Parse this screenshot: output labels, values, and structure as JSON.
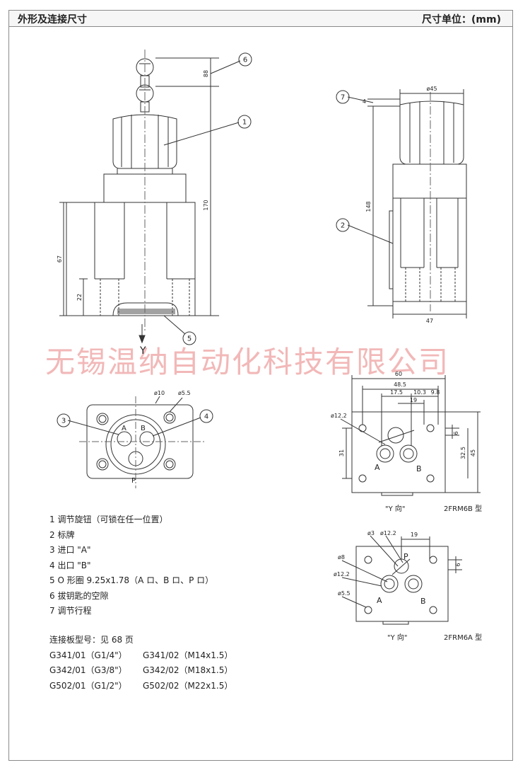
{
  "header": {
    "title": "外形及连接尺寸",
    "unit": "尺寸单位：(mm)"
  },
  "watermark": "无锡温纳自动化科技有限公司",
  "side_view": {
    "callouts": [
      "6",
      "1",
      "5"
    ],
    "dims": {
      "gap": "88",
      "total": "170",
      "d67": "67",
      "d22": "22"
    },
    "arrow_label": "Y"
  },
  "front_view": {
    "callouts": [
      "7",
      "2"
    ],
    "dims": {
      "dia45": "ø45",
      "d4": "4",
      "d148": "148",
      "d47": "47"
    }
  },
  "top_view": {
    "callouts": [
      "3",
      "4"
    ],
    "dims": {
      "dia10": "ø10",
      "dia55": "ø5.5"
    },
    "ports": [
      "A",
      "B",
      "P"
    ]
  },
  "view_6b": {
    "dims": {
      "w60": "60",
      "w485": "48.5",
      "w175": "17.5",
      "w103": "10.3",
      "w98": "9.8",
      "w19": "19",
      "d122": "ø12.2",
      "d6": "6",
      "d31": "31",
      "d325": "32.5",
      "d45": "45"
    },
    "ports": [
      "A",
      "B"
    ],
    "label": "\"Y 向\"",
    "type": "2FRM6B 型"
  },
  "view_6a": {
    "dims": {
      "d3": "ø3",
      "d122a": "ø12.2",
      "w19": "19",
      "d8": "ø8",
      "d122b": "ø12.2",
      "d55": "ø5.5",
      "d6": "6"
    },
    "ports": [
      "P",
      "A",
      "B"
    ],
    "label": "\"Y 向\"",
    "type": "2FRM6A 型"
  },
  "legend": [
    "1  调节旋钮（可锁在任一位置）",
    "2  标牌",
    "3  进口 \"A\"",
    "4  出口 \"B\"",
    "5  O 形圈 9.25x1.78（A ロ、B ロ、P ロ）",
    "6  拔钥匙的空隙",
    "7  调节行程"
  ],
  "plates": {
    "title": "连接板型号：见 68 页",
    "rows": [
      [
        "G341/01（G1/4\"）",
        "G341/02（M14x1.5）"
      ],
      [
        "G342/01（G3/8\"）",
        "G342/02（M18x1.5）"
      ],
      [
        "G502/01（G1/2\"）",
        "G502/02（M22x1.5）"
      ]
    ]
  }
}
